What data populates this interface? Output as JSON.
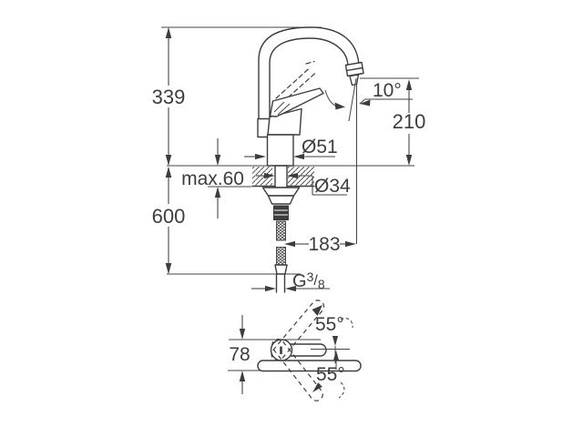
{
  "page": {
    "background": "#ffffff",
    "line_color": "#3d3d3d",
    "description": "Technical installation drawing of a single-lever high-spout kitchen faucet with dimensions"
  },
  "side_view": {
    "overall_height": "339",
    "hose_length": "600",
    "max_counter_thickness": "max.60",
    "base_diameter": "Ø51",
    "shank_diameter": "Ø34",
    "outlet_height": "210",
    "outlet_angle": "10°",
    "spout_reach": "183",
    "thread": {
      "prefix": "G",
      "numerator": "3",
      "slash": "/",
      "denominator": "8"
    }
  },
  "top_view": {
    "body_depth": "78",
    "swing_upper": "55°",
    "swing_lower": "55°"
  }
}
